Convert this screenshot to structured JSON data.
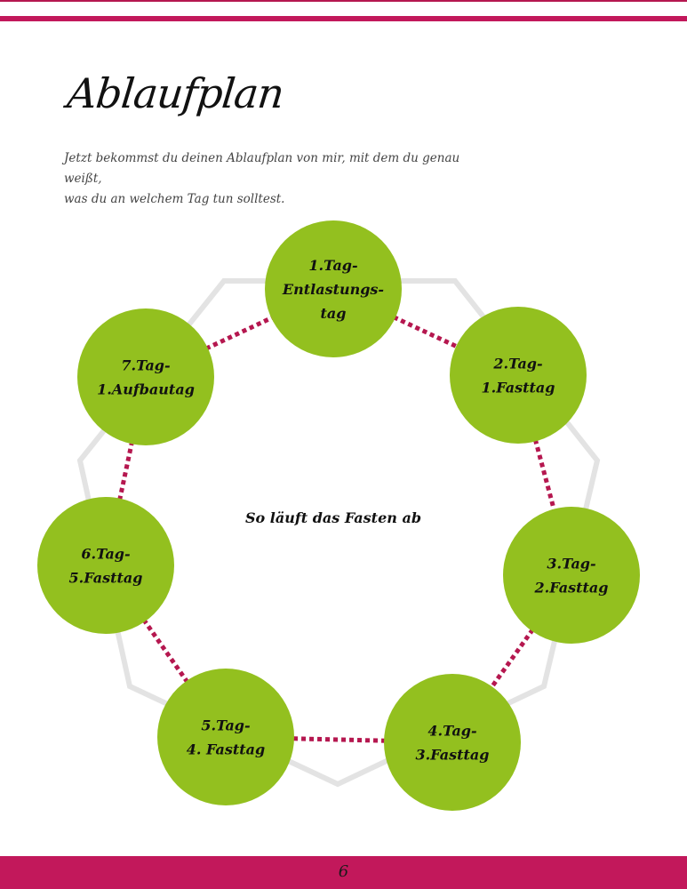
{
  "title": "Ablaufplan",
  "intro": {
    "line1": "Jetzt bekommst du deinen Ablaufplan von mir, mit dem du genau weißt,",
    "line2": "was du an welchem Tag tun solltest."
  },
  "diagram": {
    "center_label": "So läuft das Fasten ab",
    "colors": {
      "circle_fill": "#93c01f",
      "connector": "#b5174f",
      "outline": "#e3e3e3"
    },
    "steps": [
      {
        "lines": [
          "1.Tag-",
          "Entlastungs-",
          "tag"
        ]
      },
      {
        "lines": [
          "2.Tag-",
          "1.Fasttag"
        ]
      },
      {
        "lines": [
          "3.Tag-",
          "2.Fasttag"
        ]
      },
      {
        "lines": [
          "4.Tag-",
          "3.Fasttag"
        ]
      },
      {
        "lines": [
          "5.Tag-",
          "4. Fasttag"
        ]
      },
      {
        "lines": [
          "6.Tag-",
          "5.Fasttag"
        ]
      },
      {
        "lines": [
          "7.Tag-",
          "1.Aufbautag"
        ]
      }
    ]
  },
  "footer": {
    "page_number": "6"
  }
}
